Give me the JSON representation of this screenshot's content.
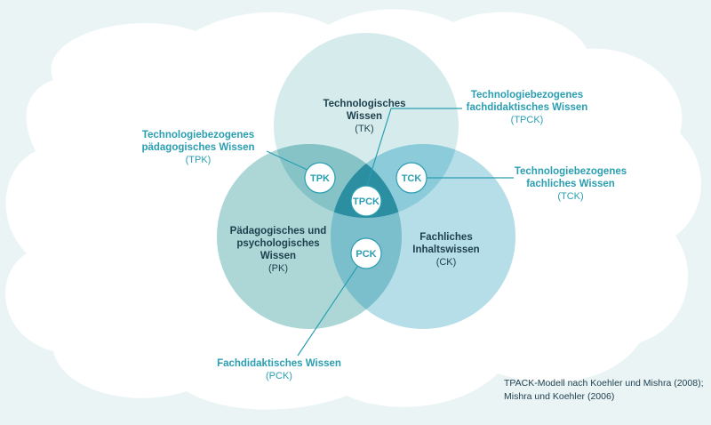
{
  "diagram": {
    "circles": {
      "tk": {
        "title1": "Technologisches",
        "title2": "Wissen",
        "abbr": "(TK)"
      },
      "pk": {
        "title1": "Pädagogisches und",
        "title2": "psychologisches",
        "title3": "Wissen",
        "abbr": "(PK)"
      },
      "ck": {
        "title1": "Fachliches",
        "title2": "Inhaltswissen",
        "abbr": "(CK)"
      }
    },
    "nodes": {
      "tpk": "TPK",
      "tck": "TCK",
      "tpck": "TPCK",
      "pck": "PCK"
    },
    "callouts": {
      "tpck": {
        "line1": "Technologiebezogenes",
        "line2": "fachdidaktisches Wissen",
        "abbr": "(TPCK)"
      },
      "tpk": {
        "line1": "Technologiebezogenes",
        "line2": "pädagogisches Wissen",
        "abbr": "(TPK)"
      },
      "tck": {
        "line1": "Technologiebezogenes",
        "line2": "fachliches Wissen",
        "abbr": "(TCK)"
      },
      "pck": {
        "line1": "Fachdidaktisches Wissen",
        "abbr": "(PCK)"
      }
    },
    "citation": {
      "line1": "TPACK-Modell nach Koehler und Mishra (2008);",
      "line2": "Mishra und Koehler (2006)"
    }
  },
  "colors": {
    "background": "#eaf4f5",
    "cloud": "#ffffff",
    "circle_tk": "#d6ecec",
    "circle_pk": "#9fd0d0",
    "circle_ck": "#a9d8e4",
    "center": "#2b8ea1",
    "accent": "#2a9eb1",
    "dark_text": "#1d3f4e"
  }
}
